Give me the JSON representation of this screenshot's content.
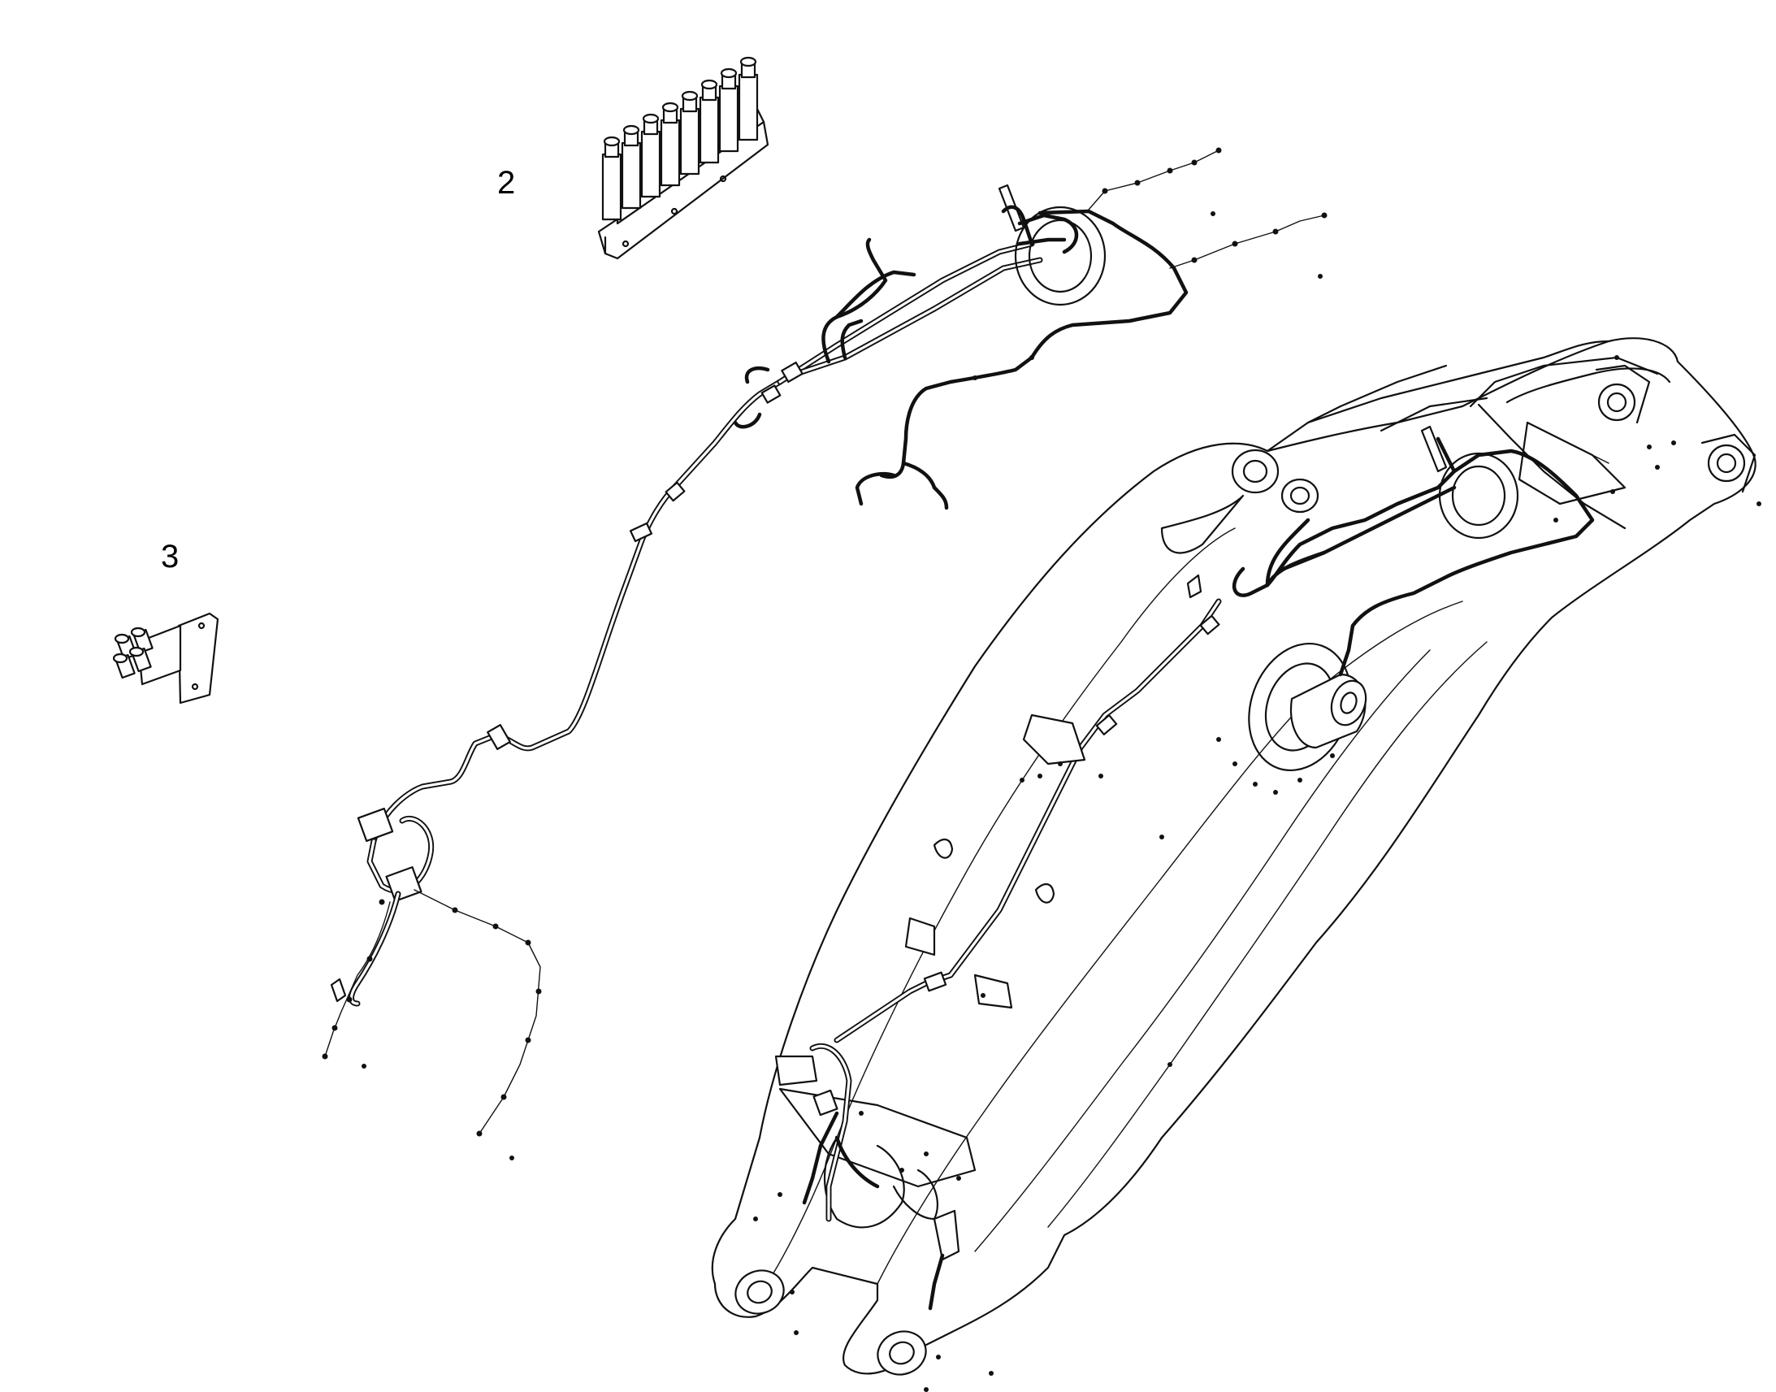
{
  "callouts": [
    {
      "id": "2",
      "text": "2"
    },
    {
      "id": "3",
      "text": "3"
    }
  ],
  "colors": {
    "background": "#ffffff",
    "line": "#111111"
  }
}
